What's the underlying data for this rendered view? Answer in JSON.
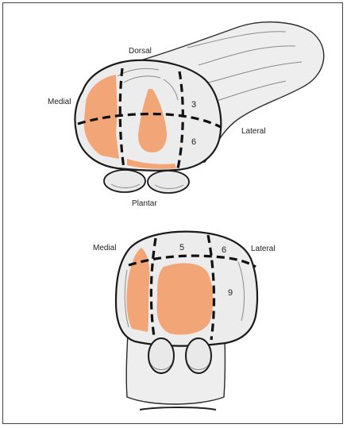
{
  "top_view": {
    "labels": {
      "dorsal": "Dorsal",
      "medial": "Medial",
      "lateral": "Lateral",
      "plantar": "Plantar"
    },
    "zones": {
      "z3": "3",
      "z6": "6"
    }
  },
  "bottom_view": {
    "labels": {
      "medial": "Medial",
      "lateral": "Lateral"
    },
    "zones": {
      "z5": "5",
      "z6": "6",
      "z9": "9"
    }
  },
  "colors": {
    "lesion": "#f2a677",
    "bone": "#ececec",
    "outline": "#1a1a1a"
  }
}
